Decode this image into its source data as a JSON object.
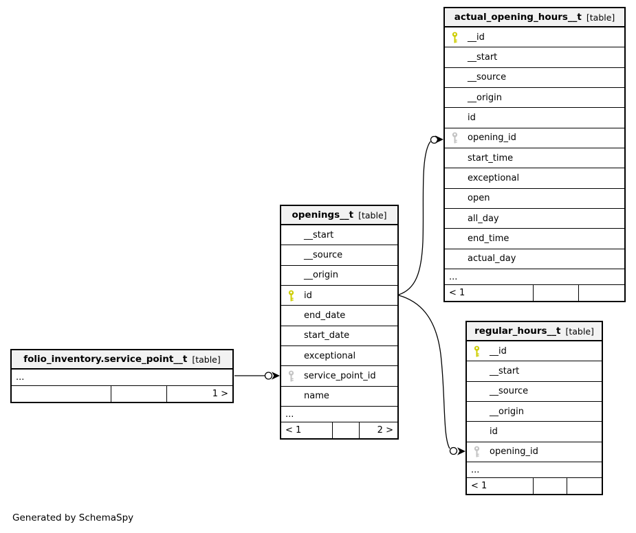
{
  "credit": "Generated by SchemaSpy",
  "colors": {
    "primary_key": "#cdcd00",
    "foreign_key": "#c3c3c3",
    "header_bg": "#f2f2f2",
    "border": "#000000"
  },
  "tables": [
    {
      "title": "folio_inventory.service_point__t",
      "type_label": "[table]",
      "columns": [],
      "ellipsis": "...",
      "footer": [
        "",
        "",
        "1 >"
      ]
    },
    {
      "title": "openings__t",
      "type_label": "[table]",
      "columns": [
        {
          "name": "__start",
          "key": null
        },
        {
          "name": "__source",
          "key": null
        },
        {
          "name": "__origin",
          "key": null
        },
        {
          "name": "id",
          "key": "primary"
        },
        {
          "name": "end_date",
          "key": null
        },
        {
          "name": "start_date",
          "key": null
        },
        {
          "name": "exceptional",
          "key": null
        },
        {
          "name": "service_point_id",
          "key": "foreign"
        },
        {
          "name": "name",
          "key": null
        }
      ],
      "ellipsis": "...",
      "footer": [
        "< 1",
        "",
        "2 >"
      ]
    },
    {
      "title": "actual_opening_hours__t",
      "type_label": "[table]",
      "columns": [
        {
          "name": "__id",
          "key": "primary"
        },
        {
          "name": "__start",
          "key": null
        },
        {
          "name": "__source",
          "key": null
        },
        {
          "name": "__origin",
          "key": null
        },
        {
          "name": "id",
          "key": null
        },
        {
          "name": "opening_id",
          "key": "foreign"
        },
        {
          "name": "start_time",
          "key": null
        },
        {
          "name": "exceptional",
          "key": null
        },
        {
          "name": "open",
          "key": null
        },
        {
          "name": "all_day",
          "key": null
        },
        {
          "name": "end_time",
          "key": null
        },
        {
          "name": "actual_day",
          "key": null
        }
      ],
      "ellipsis": "...",
      "footer": [
        "< 1",
        "",
        ""
      ]
    },
    {
      "title": "regular_hours__t",
      "type_label": "[table]",
      "columns": [
        {
          "name": "__id",
          "key": "primary"
        },
        {
          "name": "__start",
          "key": null
        },
        {
          "name": "__source",
          "key": null
        },
        {
          "name": "__origin",
          "key": null
        },
        {
          "name": "id",
          "key": null
        },
        {
          "name": "opening_id",
          "key": "foreign"
        }
      ],
      "ellipsis": "...",
      "footer": [
        "< 1",
        "",
        ""
      ]
    }
  ],
  "relationships": [
    {
      "from": "folio_inventory.service_point__t",
      "to": "openings__t.service_point_id"
    },
    {
      "from": "openings__t.id",
      "to": "actual_opening_hours__t.opening_id"
    },
    {
      "from": "openings__t.id",
      "to": "regular_hours__t.opening_id"
    }
  ]
}
